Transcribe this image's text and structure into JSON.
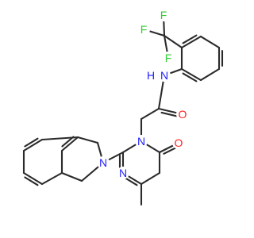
{
  "molecule": {
    "atom_labels": [
      {
        "id": "F1",
        "text": "F",
        "color": "#33cc33"
      },
      {
        "id": "F2",
        "text": "F",
        "color": "#33cc33"
      },
      {
        "id": "F3",
        "text": "F",
        "color": "#33cc33"
      },
      {
        "id": "NH",
        "text": "N",
        "color": "#2222ff"
      },
      {
        "id": "H",
        "text": "H",
        "color": "#2222ff"
      },
      {
        "id": "O1",
        "text": "O",
        "color": "#ff2222"
      },
      {
        "id": "N_ring",
        "text": "N",
        "color": "#2222ff"
      },
      {
        "id": "N_pyr1",
        "text": "N",
        "color": "#2222ff"
      },
      {
        "id": "N_pyr2",
        "text": "N",
        "color": "#2222ff"
      },
      {
        "id": "O2",
        "text": "O",
        "color": "#ff2222"
      }
    ],
    "bond_color": "#2b2b2b"
  }
}
